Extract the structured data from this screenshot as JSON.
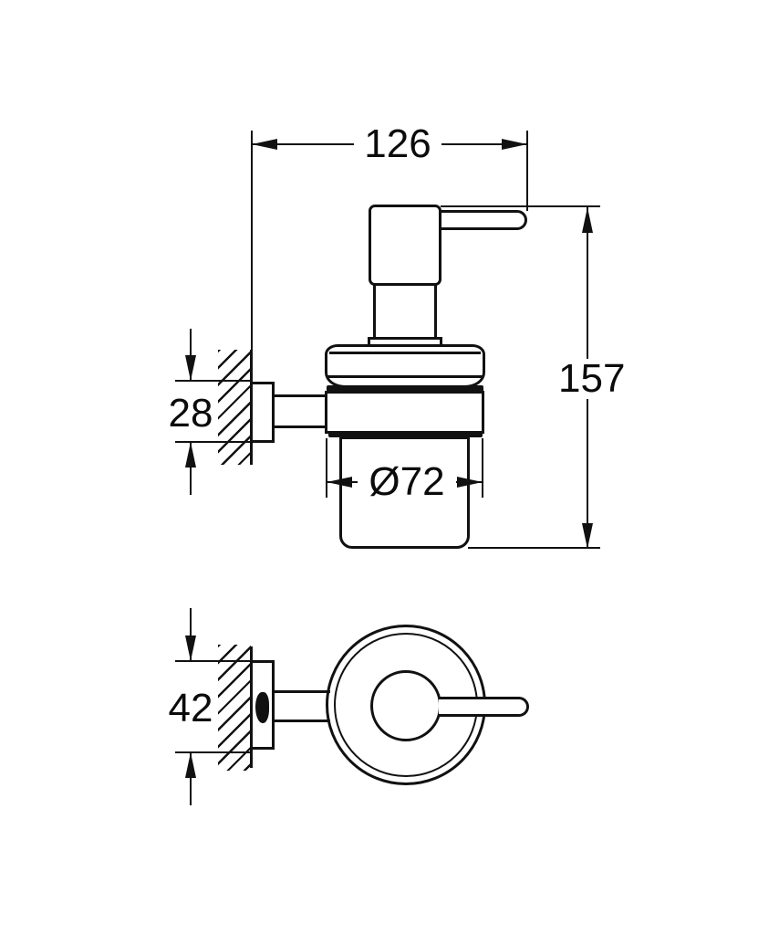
{
  "drawing": {
    "title": "wall-mounted soap dispenser with holder - dimensional drawing",
    "background_color": "#ffffff",
    "line_color": "#111111",
    "views": {
      "side": {
        "name": "side-elevation-view",
        "dims": {
          "width": "126",
          "height": "157",
          "bracket": "28",
          "diameter": "Ø72"
        }
      },
      "top": {
        "name": "top-plan-view",
        "dims": {
          "bracket": "42"
        }
      }
    }
  }
}
